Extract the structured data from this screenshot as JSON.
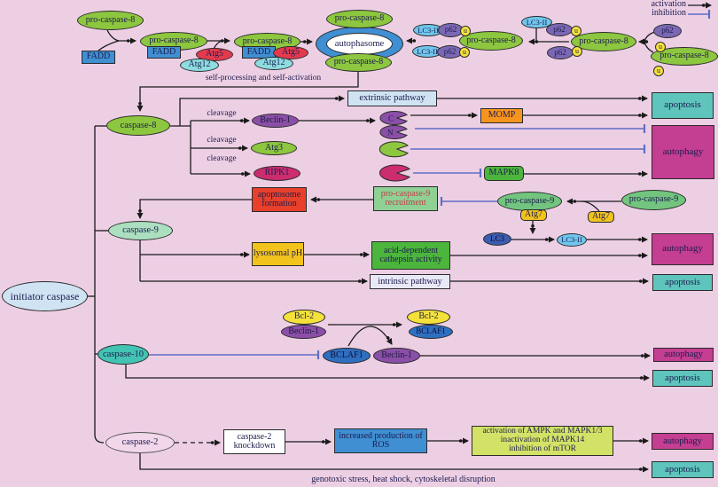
{
  "legend": {
    "activation_label": "activation",
    "inhibition_label": "inhibition"
  },
  "labels": {
    "pro_caspase_8": "pro-caspase-8",
    "fadd": "FADD",
    "atg5": "Atg5",
    "atg12": "Atg12",
    "autophasome": "autophasome",
    "lc3_ii": "LC3-II",
    "lc3": "LC3",
    "p62": "p62",
    "u": "u",
    "self_processing": "self-processing and self-activation",
    "caspase_8": "caspase-8",
    "extrinsic_pathway": "extrinsic pathway",
    "cleavage": "cleavage",
    "beclin_1": "Beclin-1",
    "atg3": "Atg3",
    "ripk1": "RIPK1",
    "fragment_c": "C",
    "fragment_n": "N",
    "momp": "MOMP",
    "mapk8": "MAPK8",
    "apoptosis": "apoptosis",
    "autophagy": "autophagy",
    "apoptosome_formation": "apoptosome formation",
    "pro_caspase_9_recruitment": "pro-caspase-9 recruitment",
    "caspase_9": "caspase-9",
    "pro_caspase_9": "pro-caspase-9",
    "atg7": "Atg7",
    "lysosomal_ph": "lysosomal pH",
    "acid_dependent": "acid-dependent cathepsin activity",
    "intrinsic_pathway": "intrinsic pathway",
    "initiator_caspase": "initiator caspase",
    "caspase_10": "caspase-10",
    "bcl_2": "Bcl-2",
    "bclaf1": "BCLAF1",
    "caspase_2": "caspase-2",
    "caspase_2_knockdown": "caspase-2 knockdown",
    "increased_ros": "increased production of ROS",
    "ampk_line1": "activation of AMPK and MAPK1/3",
    "ampk_line2": "inactivation of MAPK14",
    "ampk_line3": "inhibition of mTOR",
    "genotoxic": "genotoxic stress, heat shock, cytoskeletal disruption"
  },
  "colors": {
    "background": "#edcfe4",
    "green_node": "#8dc63f",
    "blue_node": "#3f8fd2",
    "red_node": "#e43a4e",
    "cyan_node": "#8edce0",
    "light_blue_node": "#70c6ec",
    "purple_node": "#7b68b4",
    "yellow_node": "#f4e23b",
    "violet_node": "#8b4fa8",
    "magenta_node": "#cb2d6f",
    "teal_box": "#5fc4bc",
    "magenta_box": "#c43e92",
    "orange_box": "#f7941e",
    "red_box": "#e8402a",
    "pale_green_box": "#8fd095",
    "mint_ellipse": "#abdfc0",
    "green_box": "#4cb53c",
    "gold_box": "#f2c21d",
    "dark_blue_node": "#3c5cae",
    "blue_ellipse": "#2f6fc0",
    "yellow_green_box": "#d3e266",
    "teal_ellipse": "#43c3b3",
    "pale_blue_box": "#cfe3f3",
    "lavender_box": "#e8e8f6",
    "white_box": "#ffffff",
    "activation_line": "#1a1a1a",
    "inhibition_line": "#5e6fc4"
  }
}
